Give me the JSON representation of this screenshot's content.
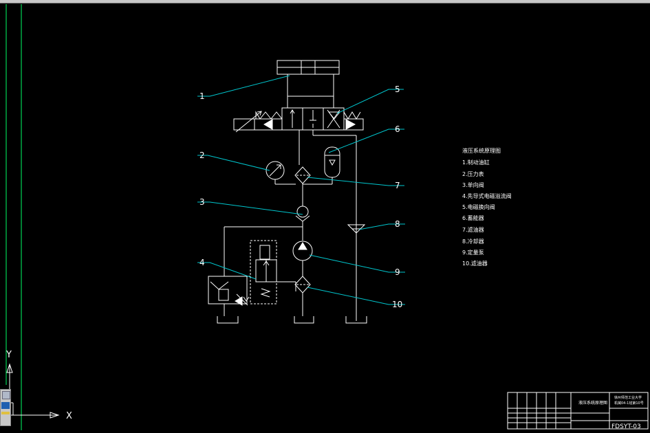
{
  "colors": {
    "background": "#000000",
    "drawing_line": "#ffffff",
    "leader_line": "#00c8d0",
    "frame_line": "#00ff66"
  },
  "callouts": [
    {
      "number": "1",
      "target": "hydraulic-cylinder"
    },
    {
      "number": "2",
      "target": "pressure-gauge"
    },
    {
      "number": "3",
      "target": "check-valve"
    },
    {
      "number": "4",
      "target": "pilot-relief-valve"
    },
    {
      "number": "5",
      "target": "solenoid-directional-valve"
    },
    {
      "number": "6",
      "target": "accumulator"
    },
    {
      "number": "7",
      "target": "filter"
    },
    {
      "number": "8",
      "target": "cooler"
    },
    {
      "number": "9",
      "target": "pump"
    },
    {
      "number": "10",
      "target": "suction-filter"
    }
  ],
  "legend": {
    "title": "液压系统原理图",
    "items": [
      "1.制动油缸",
      "2.压力表",
      "3.单向阀",
      "4.先导式电磁溢流阀",
      "5.电磁换向阀",
      "6.蓄能器",
      "7.滤油器",
      "8.冷却器",
      "9.定量泵",
      "10.滤油器"
    ]
  },
  "title_block": {
    "drawing_name": "液压系统原理图",
    "school": "徐州师范工业大学",
    "class": "机械04-1班第10号",
    "drawing_number": "FDSYT-03"
  },
  "ucs": {
    "y_label": "Y",
    "x_label": "X"
  }
}
